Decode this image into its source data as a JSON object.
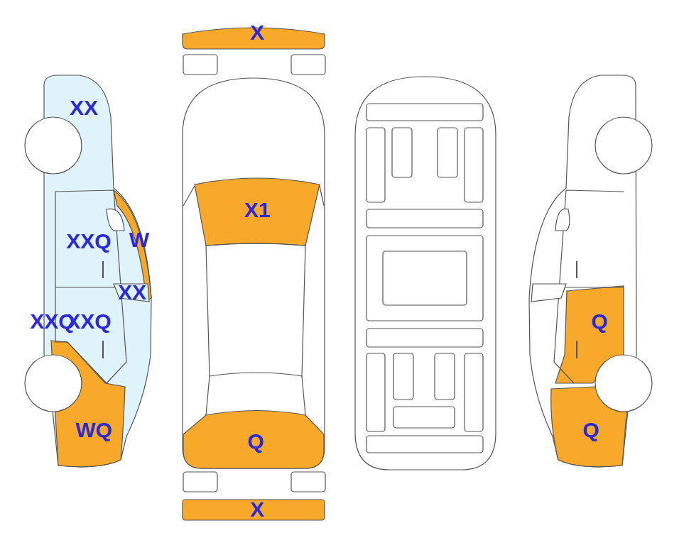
{
  "diagram": {
    "labels": [
      "X",
      "XX",
      "X1",
      "XXQ",
      "W",
      "XX",
      "XXQ",
      "XXQ",
      "Q",
      "WQ",
      "Q",
      "Q",
      "X"
    ]
  }
}
